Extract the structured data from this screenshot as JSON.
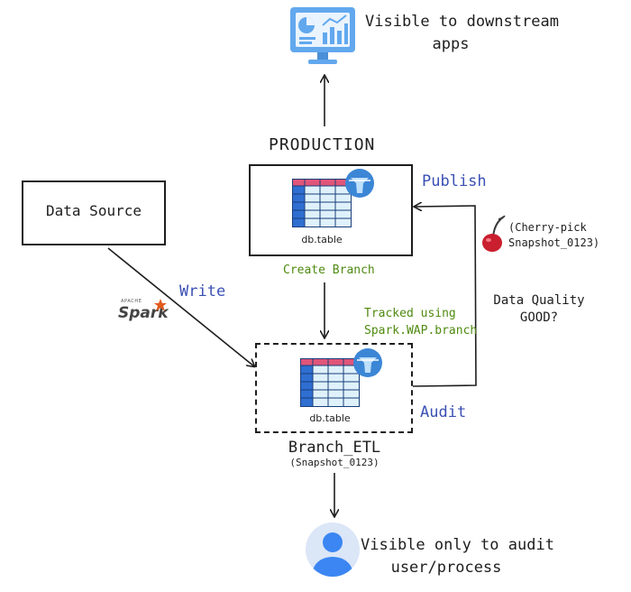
{
  "top_label": "Visible to downstream\napps",
  "production": {
    "title": "PRODUCTION",
    "table_label": "db.table"
  },
  "data_source": {
    "label": "Data Source"
  },
  "write_label": "Write",
  "spark_logo": {
    "brand": "Spark",
    "prefix": "APACHE"
  },
  "publish_label": "Publish",
  "cherry_pick_label": "(Cherry-pick\nSnapshot_0123)",
  "data_quality_label": "Data Quality\nGOOD?",
  "create_branch_label": "Create Branch",
  "tracked_label": "Tracked using\nSpark.WAP.branch",
  "branch": {
    "table_label": "db.table",
    "title": "Branch_ETL",
    "subtitle": "(Snapshot_0123)"
  },
  "audit_label": "Audit",
  "bottom_label": "Visible only to audit\nuser/process",
  "colors": {
    "ink": "#1e1e1e",
    "blue_text": "#3a50b4",
    "green_text": "#4f8a10",
    "table_header": "#e0557a",
    "table_side": "#2f6fd1",
    "table_cell": "#dff1fb",
    "iceberg": "#3c86d6",
    "monitor": "#62a8ee",
    "user_icon": "#3b86f2",
    "cherry": "#c91f2e",
    "spark_orange": "#e25a1c"
  },
  "icons": [
    "monitor-dashboard-icon",
    "table-icon",
    "iceberg-logo-icon",
    "cherry-icon",
    "spark-logo-icon",
    "user-avatar-icon"
  ]
}
